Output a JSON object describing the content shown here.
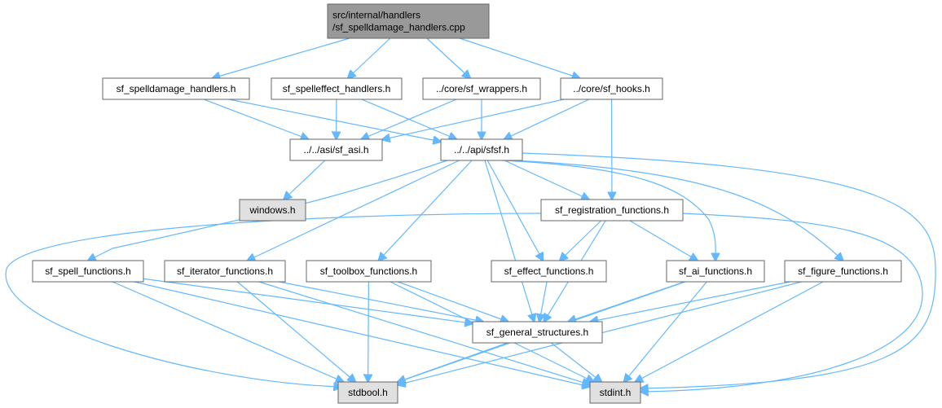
{
  "colors": {
    "edge": "#63b8ff",
    "node_fill": "#ffffff",
    "root_fill": "#999999",
    "system_fill": "#e0e0e0",
    "node_border": "#666666"
  },
  "nodes": {
    "root": {
      "lines": [
        "src/internal/handlers",
        "/sf_spelldamage_handlers.cpp"
      ],
      "kind": "root"
    },
    "spelldamage_h": {
      "lines": [
        "sf_spelldamage_handlers.h"
      ],
      "kind": "normal"
    },
    "spelleffect_h": {
      "lines": [
        "sf_spelleffect_handlers.h"
      ],
      "kind": "normal"
    },
    "wrappers_h": {
      "lines": [
        "../core/sf_wrappers.h"
      ],
      "kind": "normal"
    },
    "hooks_h": {
      "lines": [
        "../core/sf_hooks.h"
      ],
      "kind": "normal"
    },
    "asi_h": {
      "lines": [
        "../../asi/sf_asi.h"
      ],
      "kind": "normal"
    },
    "sfsf_h": {
      "lines": [
        "../../api/sfsf.h"
      ],
      "kind": "normal"
    },
    "windows_h": {
      "lines": [
        "windows.h"
      ],
      "kind": "system"
    },
    "registration_h": {
      "lines": [
        "sf_registration_functions.h"
      ],
      "kind": "normal"
    },
    "spell_fn_h": {
      "lines": [
        "sf_spell_functions.h"
      ],
      "kind": "normal"
    },
    "iterator_fn_h": {
      "lines": [
        "sf_iterator_functions.h"
      ],
      "kind": "normal"
    },
    "toolbox_fn_h": {
      "lines": [
        "sf_toolbox_functions.h"
      ],
      "kind": "normal"
    },
    "effect_fn_h": {
      "lines": [
        "sf_effect_functions.h"
      ],
      "kind": "normal"
    },
    "ai_fn_h": {
      "lines": [
        "sf_ai_functions.h"
      ],
      "kind": "normal"
    },
    "figure_fn_h": {
      "lines": [
        "sf_figure_functions.h"
      ],
      "kind": "normal"
    },
    "general_h": {
      "lines": [
        "sf_general_structures.h"
      ],
      "kind": "normal"
    },
    "stdbool_h": {
      "lines": [
        "stdbool.h"
      ],
      "kind": "system"
    },
    "stdint_h": {
      "lines": [
        "stdint.h"
      ],
      "kind": "system"
    }
  },
  "edges": [
    [
      "root",
      "spelldamage_h"
    ],
    [
      "root",
      "spelleffect_h"
    ],
    [
      "root",
      "wrappers_h"
    ],
    [
      "root",
      "hooks_h"
    ],
    [
      "spelldamage_h",
      "asi_h"
    ],
    [
      "spelldamage_h",
      "sfsf_h"
    ],
    [
      "spelleffect_h",
      "asi_h"
    ],
    [
      "spelleffect_h",
      "sfsf_h"
    ],
    [
      "wrappers_h",
      "asi_h"
    ],
    [
      "wrappers_h",
      "sfsf_h"
    ],
    [
      "hooks_h",
      "asi_h"
    ],
    [
      "hooks_h",
      "sfsf_h"
    ],
    [
      "hooks_h",
      "registration_h"
    ],
    [
      "asi_h",
      "windows_h"
    ],
    [
      "sfsf_h",
      "registration_h"
    ],
    [
      "sfsf_h",
      "spell_fn_h"
    ],
    [
      "sfsf_h",
      "iterator_fn_h"
    ],
    [
      "sfsf_h",
      "toolbox_fn_h"
    ],
    [
      "sfsf_h",
      "effect_fn_h"
    ],
    [
      "sfsf_h",
      "ai_fn_h"
    ],
    [
      "sfsf_h",
      "figure_fn_h"
    ],
    [
      "sfsf_h",
      "general_h"
    ],
    [
      "sfsf_h",
      "stdint_h"
    ],
    [
      "registration_h",
      "effect_fn_h"
    ],
    [
      "registration_h",
      "ai_fn_h"
    ],
    [
      "registration_h",
      "general_h"
    ],
    [
      "registration_h",
      "stdbool_h"
    ],
    [
      "registration_h",
      "stdint_h"
    ],
    [
      "spell_fn_h",
      "general_h"
    ],
    [
      "spell_fn_h",
      "stdbool_h"
    ],
    [
      "spell_fn_h",
      "stdint_h"
    ],
    [
      "iterator_fn_h",
      "general_h"
    ],
    [
      "iterator_fn_h",
      "stdbool_h"
    ],
    [
      "iterator_fn_h",
      "stdint_h"
    ],
    [
      "toolbox_fn_h",
      "general_h"
    ],
    [
      "toolbox_fn_h",
      "stdbool_h"
    ],
    [
      "toolbox_fn_h",
      "stdint_h"
    ],
    [
      "effect_fn_h",
      "general_h"
    ],
    [
      "ai_fn_h",
      "general_h"
    ],
    [
      "ai_fn_h",
      "stdbool_h"
    ],
    [
      "ai_fn_h",
      "stdint_h"
    ],
    [
      "figure_fn_h",
      "general_h"
    ],
    [
      "figure_fn_h",
      "stdbool_h"
    ],
    [
      "figure_fn_h",
      "stdint_h"
    ],
    [
      "general_h",
      "stdbool_h"
    ],
    [
      "general_h",
      "stdint_h"
    ]
  ]
}
